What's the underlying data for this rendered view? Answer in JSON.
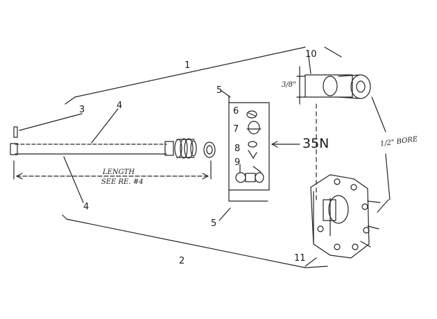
{
  "diagram": {
    "callouts": {
      "c1": "1",
      "c2": "2",
      "c3": "3",
      "c4_top": "4",
      "c4_bottom": "4",
      "c5_top": "5",
      "c5_bottom": "5",
      "c6": "6",
      "c7": "7",
      "c8": "8",
      "c9": "9",
      "c10": "10",
      "c11": "11",
      "c35n": "35N"
    },
    "annotations": {
      "length_line1": "LENGTH",
      "length_line2": "SEE RE. #4",
      "dimension": "3/8\"",
      "bore": "1/2\" BORE"
    }
  }
}
